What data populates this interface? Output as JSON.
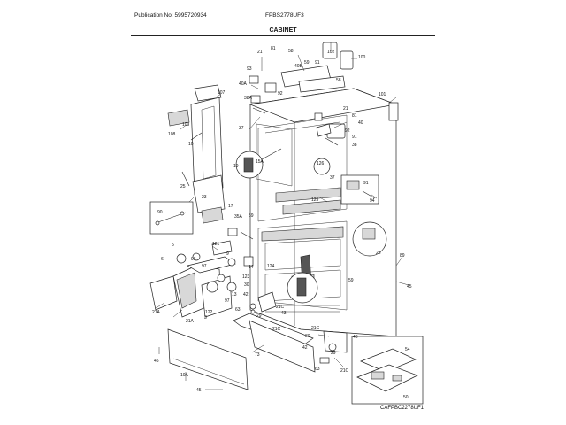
{
  "header": {
    "publication": "Publication No: 5995720934",
    "model": "FPBS2778UF3"
  },
  "title": "CABINET",
  "footer_code": "CAFPBC2278UF1",
  "callouts": [
    {
      "id": "c81",
      "text": "81"
    },
    {
      "id": "c58a",
      "text": "58"
    },
    {
      "id": "c102",
      "text": "102"
    },
    {
      "id": "c100",
      "text": "100"
    },
    {
      "id": "c21a",
      "text": "21"
    },
    {
      "id": "c59a",
      "text": "59"
    },
    {
      "id": "c91a",
      "text": "91"
    },
    {
      "id": "c40b",
      "text": "40B"
    },
    {
      "id": "c93",
      "text": "93"
    },
    {
      "id": "c58b",
      "text": "58"
    },
    {
      "id": "c40a",
      "text": "40A"
    },
    {
      "id": "c92a",
      "text": "92"
    },
    {
      "id": "c38a",
      "text": "38A"
    },
    {
      "id": "c107",
      "text": "107"
    },
    {
      "id": "c101",
      "text": "101"
    },
    {
      "id": "c21b",
      "text": "21"
    },
    {
      "id": "c81b",
      "text": "81"
    },
    {
      "id": "c109",
      "text": "109"
    },
    {
      "id": "c40",
      "text": "40"
    },
    {
      "id": "c92b",
      "text": "92"
    },
    {
      "id": "c37a",
      "text": "37"
    },
    {
      "id": "c108",
      "text": "108"
    },
    {
      "id": "c91b",
      "text": "91"
    },
    {
      "id": "c10",
      "text": "10"
    },
    {
      "id": "c38",
      "text": "38"
    },
    {
      "id": "c19",
      "text": "19"
    },
    {
      "id": "c15a",
      "text": "15A"
    },
    {
      "id": "c126",
      "text": "126"
    },
    {
      "id": "c37b",
      "text": "37"
    },
    {
      "id": "c91c",
      "text": "91"
    },
    {
      "id": "c94",
      "text": "94"
    },
    {
      "id": "c25",
      "text": "25"
    },
    {
      "id": "c23",
      "text": "23"
    },
    {
      "id": "c17",
      "text": "17"
    },
    {
      "id": "c125",
      "text": "125"
    },
    {
      "id": "c90",
      "text": "90"
    },
    {
      "id": "c35a",
      "text": "35A"
    },
    {
      "id": "c59b",
      "text": "59"
    },
    {
      "id": "c89",
      "text": "89"
    },
    {
      "id": "c28",
      "text": "28"
    },
    {
      "id": "c121",
      "text": "121"
    },
    {
      "id": "c5",
      "text": "5"
    },
    {
      "id": "c6",
      "text": "6"
    },
    {
      "id": "c9",
      "text": "9"
    },
    {
      "id": "c96",
      "text": "96"
    },
    {
      "id": "c97a",
      "text": "97"
    },
    {
      "id": "c124",
      "text": "124"
    },
    {
      "id": "c59c",
      "text": "59"
    },
    {
      "id": "c14",
      "text": "14"
    },
    {
      "id": "c45a",
      "text": "45"
    },
    {
      "id": "c123",
      "text": "123"
    },
    {
      "id": "c13",
      "text": "13"
    },
    {
      "id": "c97b",
      "text": "97"
    },
    {
      "id": "c30a",
      "text": "30"
    },
    {
      "id": "c42a",
      "text": "42"
    },
    {
      "id": "c63a",
      "text": "63"
    },
    {
      "id": "c122",
      "text": "122"
    },
    {
      "id": "c21ca",
      "text": "21C"
    },
    {
      "id": "c43a",
      "text": "43"
    },
    {
      "id": "c29a",
      "text": "29"
    },
    {
      "id": "c21aa",
      "text": "21A"
    },
    {
      "id": "c3",
      "text": "3"
    },
    {
      "id": "c21ab",
      "text": "21A"
    },
    {
      "id": "c21cb",
      "text": "21C"
    },
    {
      "id": "c45b",
      "text": "45"
    },
    {
      "id": "c73",
      "text": "73"
    },
    {
      "id": "c21cc",
      "text": "21C"
    },
    {
      "id": "c30b",
      "text": "30"
    },
    {
      "id": "c43b",
      "text": "43"
    },
    {
      "id": "c42b",
      "text": "42"
    },
    {
      "id": "c29b",
      "text": "29"
    },
    {
      "id": "c63b",
      "text": "63"
    },
    {
      "id": "c21cd",
      "text": "21C"
    },
    {
      "id": "c10a",
      "text": "10A"
    },
    {
      "id": "c54",
      "text": "54"
    },
    {
      "id": "c50",
      "text": "50"
    },
    {
      "id": "c45c",
      "text": "45"
    }
  ]
}
